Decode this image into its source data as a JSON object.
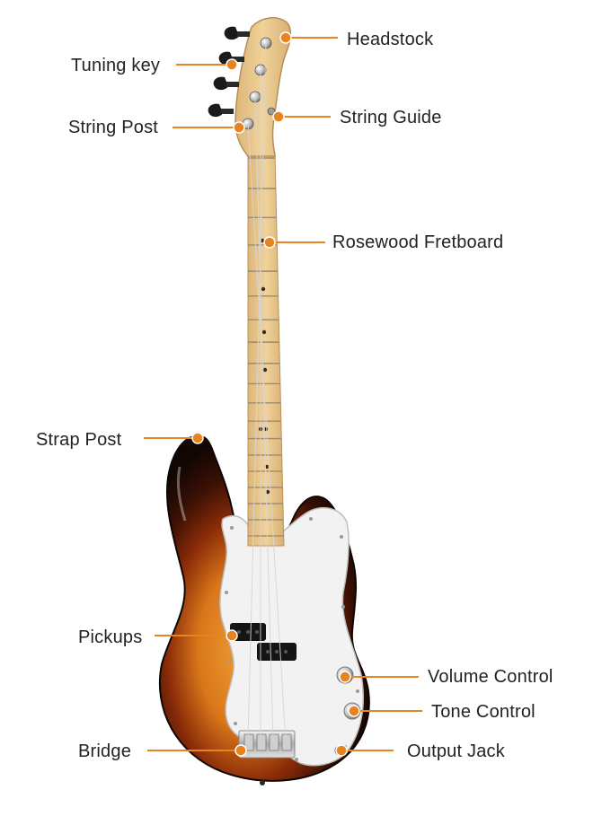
{
  "labels": {
    "headstock": "Headstock",
    "tuning_key": "Tuning key",
    "string_post": "String Post",
    "string_guide": "String Guide",
    "rosewood_fretboard": "Rosewood Fretboard",
    "strap_post": "Strap Post",
    "pickups": "Pickups",
    "volume_control": "Volume Control",
    "tone_control": "Tone Control",
    "bridge": "Bridge",
    "output_jack": "Output Jack"
  },
  "colors": {
    "callout": "#e8841f",
    "body_outer": "#1a0a04",
    "body_mid": "#8a2c08",
    "body_center": "#e0851c",
    "maple": "#e9c98c",
    "pickguard": "#f1f1f1",
    "text": "#222222"
  }
}
